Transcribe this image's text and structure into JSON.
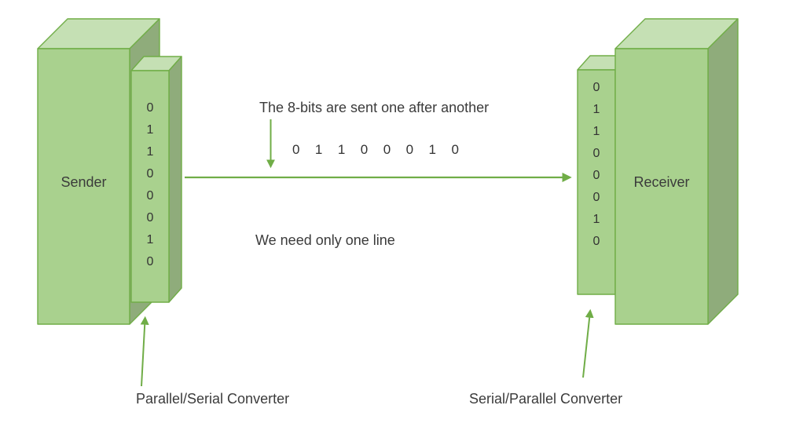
{
  "colors": {
    "box_front": "#a9d18e",
    "box_top": "#c5e0b4",
    "box_side": "#8fac7b",
    "outline": "#70ad47",
    "arrow": "#70ad47",
    "text": "#3b3b3b"
  },
  "sender": {
    "label": "Sender",
    "bits": [
      "0",
      "1",
      "1",
      "0",
      "0",
      "0",
      "1",
      "0"
    ],
    "converter_label": "Parallel/Serial Converter"
  },
  "receiver": {
    "label": "Receiver",
    "bits": [
      "0",
      "1",
      "1",
      "0",
      "0",
      "0",
      "1",
      "0"
    ],
    "converter_label": "Serial/Parallel Converter"
  },
  "channel": {
    "caption_top": "The 8-bits are sent one after another",
    "serial_bits": [
      "0",
      "1",
      "1",
      "0",
      "0",
      "0",
      "1",
      "0"
    ],
    "caption_bottom": "We need only one line"
  }
}
